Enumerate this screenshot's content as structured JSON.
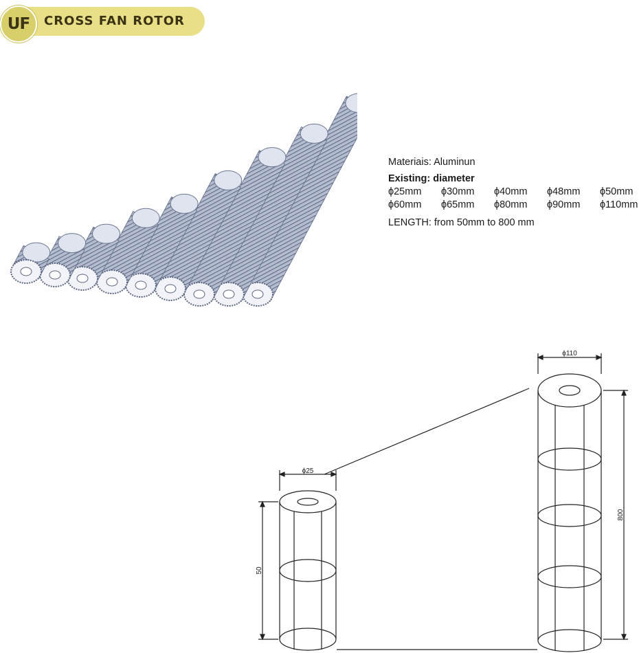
{
  "header": {
    "logo_text": "UF",
    "title": "CROSS FAN ROTOR"
  },
  "colors": {
    "banner": "#e8df86",
    "logo": "#d8cf6a",
    "dark_text": "#3a3316"
  },
  "product_image": {
    "icon": "cross-fan-rotor-image"
  },
  "spec": {
    "materials": "Materiais: Aluminun",
    "existing_label": "Existing: diameter",
    "diameters": [
      "ϕ25mm",
      "ϕ30mm",
      "ϕ40mm",
      "ϕ48mm",
      "ϕ50mm",
      "ϕ60mm",
      "ϕ65mm",
      "ϕ80mm",
      "ϕ90mm",
      "ϕ110mm"
    ],
    "length": "LENGTH: from  50mm to 800 mm"
  },
  "drawing": {
    "small_diameter": "ϕ25",
    "small_length": "50",
    "large_diameter": "ϕ110",
    "large_length": "800"
  }
}
